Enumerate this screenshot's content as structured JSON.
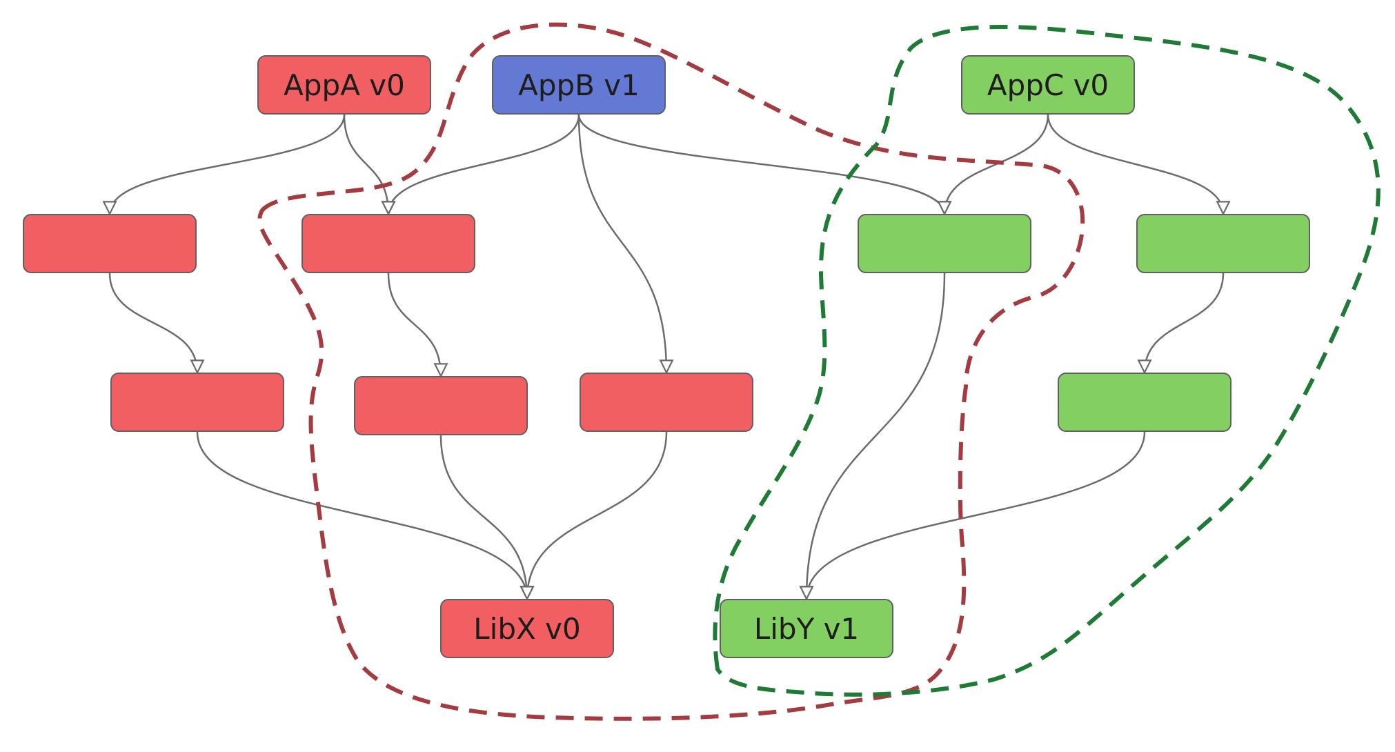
{
  "colors": {
    "red_node": "#f25f62",
    "blue_node": "#6479d3",
    "green_node": "#84cf62",
    "node_border": "#5f6063",
    "edge": "#6a6b6d",
    "red_boundary": "#a33b40",
    "green_boundary": "#1e7a35"
  },
  "nodes": {
    "appA": {
      "label": "AppA v0",
      "color": "red"
    },
    "appB": {
      "label": "AppB v1",
      "color": "blue"
    },
    "appC": {
      "label": "AppC v0",
      "color": "green"
    },
    "libX": {
      "label": "LibX v0",
      "color": "red"
    },
    "libY": {
      "label": "LibY v1",
      "color": "green"
    },
    "r1": {
      "label": "",
      "color": "red"
    },
    "r2": {
      "label": "",
      "color": "red"
    },
    "r3": {
      "label": "",
      "color": "red"
    },
    "r4": {
      "label": "",
      "color": "red"
    },
    "r5": {
      "label": "",
      "color": "red"
    },
    "g1": {
      "label": "",
      "color": "green"
    },
    "g2": {
      "label": "",
      "color": "green"
    },
    "g3": {
      "label": "",
      "color": "green"
    }
  },
  "edges": [
    [
      "appA",
      "r1"
    ],
    [
      "appA",
      "r2"
    ],
    [
      "appB",
      "r2"
    ],
    [
      "appB",
      "r5"
    ],
    [
      "appB",
      "g1"
    ],
    [
      "appC",
      "g1"
    ],
    [
      "appC",
      "g2"
    ],
    [
      "r1",
      "r3"
    ],
    [
      "r2",
      "r4"
    ],
    [
      "g2",
      "g3"
    ],
    [
      "r3",
      "libX"
    ],
    [
      "r4",
      "libX"
    ],
    [
      "r5",
      "libX"
    ],
    [
      "g1",
      "libY"
    ],
    [
      "g3",
      "libY"
    ]
  ],
  "boundaries": [
    {
      "name": "red-dependency-closure",
      "color": "red_boundary"
    },
    {
      "name": "green-dependency-closure",
      "color": "green_boundary"
    }
  ]
}
